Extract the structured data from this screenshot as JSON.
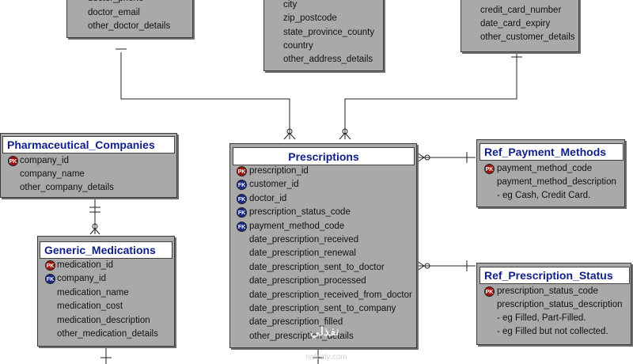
{
  "entities": {
    "doctors": {
      "attributes": [
        "doctor_phone",
        "doctor_email",
        "other_doctor_details"
      ]
    },
    "addresses": {
      "attributes": [
        "city",
        "zip_postcode",
        "state_province_county",
        "country",
        "other_address_details"
      ]
    },
    "customers": {
      "attributes": [
        "credit_card_number",
        "date_card_expiry",
        "other_customer_details"
      ]
    },
    "pharma": {
      "title": "Pharmaceutical_Companies",
      "attributes": [
        "company_id",
        "company_name",
        "other_company_details"
      ]
    },
    "generic": {
      "title": "Generic_Medications",
      "attributes": [
        "medication_id",
        "company_id",
        "medication_name",
        "medication_cost",
        "medication_description",
        "other_medication_details"
      ]
    },
    "prescriptions": {
      "title": "Prescriptions",
      "attributes": [
        "prescription_id",
        "customer_id",
        "doctor_id",
        "prescription_status_code",
        "payment_method_code",
        "date_prescription_received",
        "date_prescription_renewal",
        "date_prescription_sent_to_doctor",
        "date_prescription_processed",
        "date_prescription_received_from_doctor",
        "date_prescription_sent_to_company",
        "date_prescription_filled",
        "other_prescription_details"
      ]
    },
    "payment": {
      "title": "Ref_Payment_Methods",
      "attributes": [
        "payment_method_code",
        "payment_method_description",
        "- eg Cash, Credit Card."
      ]
    },
    "status": {
      "title": "Ref_Prescription_Status",
      "attributes": [
        "prescription_status_code",
        "prescription_status_description",
        "- eg Filled, Part-Filled.",
        "- eg Filled but not collected."
      ]
    }
  },
  "badges": {
    "pk": "PK",
    "fk": "FK"
  },
  "watermark": {
    "main": "نفذلي",
    "sub": "nafezly.com"
  },
  "colors": {
    "entity_fill": "#a9a9a9",
    "title_text": "#0f1f88",
    "pk_badge": "#a3140e",
    "fk_badge": "#1b2a8c"
  }
}
